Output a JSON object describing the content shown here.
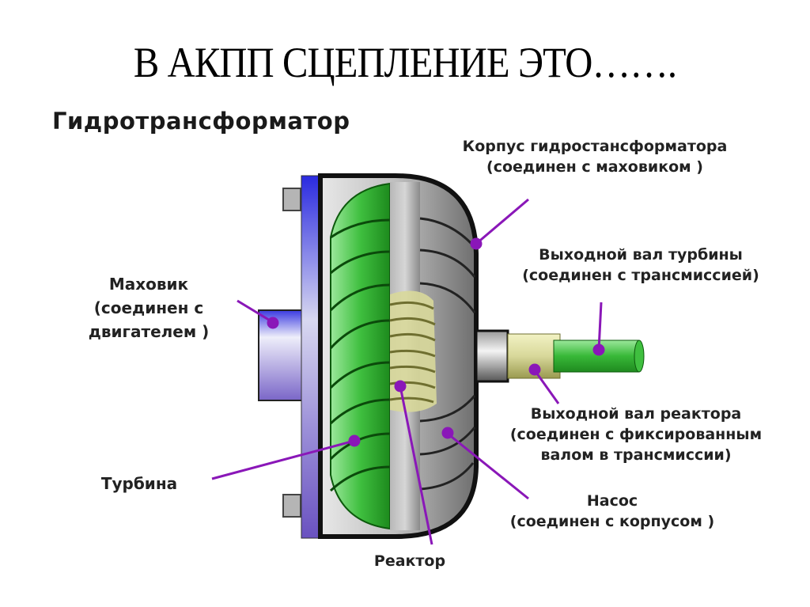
{
  "slide": {
    "title": "В АКПП СЦЕПЛЕНИЕ ЭТО…….",
    "diagram_title": "Гидротрансформатор"
  },
  "labels": {
    "housing": {
      "line1": "Корпус гидростансформатора",
      "line2": "(соединен с маховиком )"
    },
    "turbine_shaft": {
      "line1": "Выходной вал турбины",
      "line2": "(соединен с трансмиссией)"
    },
    "flywheel": {
      "line1": "Маховик",
      "line2": "(соединен с",
      "line3": "двигателем )"
    },
    "reactor_shaft": {
      "line1": "Выходной вал реактора",
      "line2": "(соединен с фиксированным",
      "line3": "валом в трансмиссии)"
    },
    "turbine": {
      "line1": "Турбина"
    },
    "pump": {
      "line1": "Насос",
      "line2": "(соединен с корпусом )"
    },
    "reactor": {
      "line1": "Реактор"
    }
  },
  "colors": {
    "pointer": "#8a17b8",
    "turbine_green": "#2f9e2f",
    "flywheel_blue": "#3a3ad0",
    "housing_gray": "#9a9a9a",
    "reactor_yellow": "#d8d89a"
  }
}
